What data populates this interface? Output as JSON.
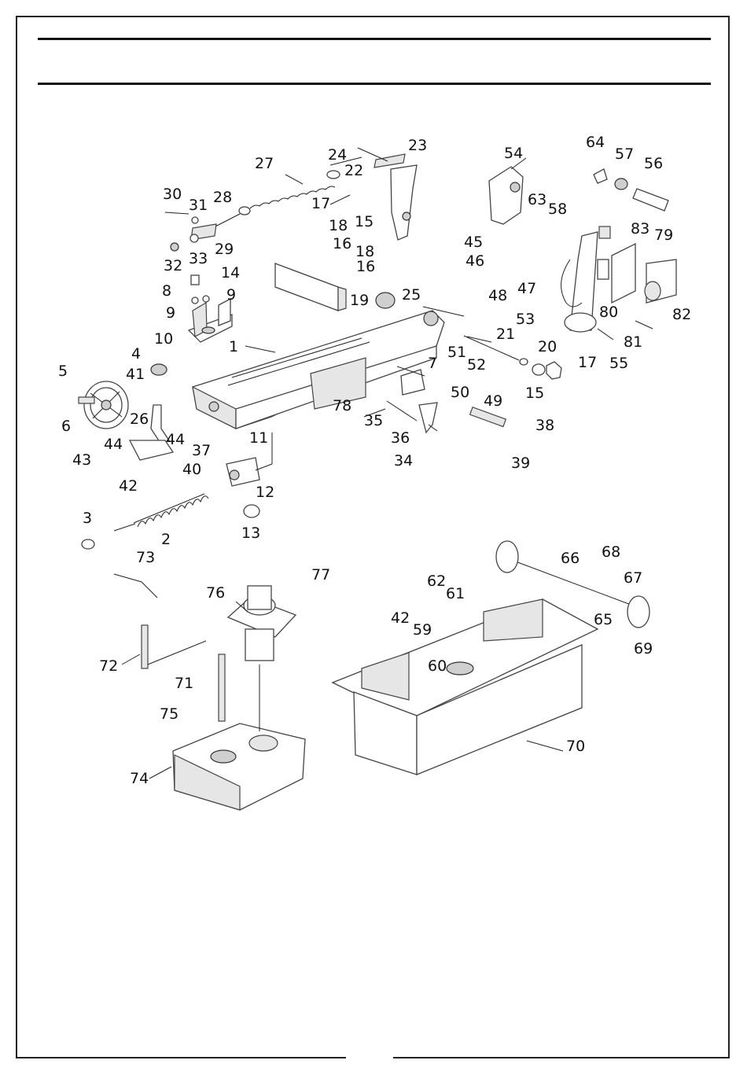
{
  "header": {
    "title": ""
  },
  "parts": {
    "p1": "1",
    "p2": "2",
    "p3": "3",
    "p4": "4",
    "p5": "5",
    "p6": "6",
    "p7": "7",
    "p8": "8",
    "p9": "9",
    "p10": "10",
    "p11": "11",
    "p12": "12",
    "p13": "13",
    "p14": "14",
    "p15": "15",
    "p16": "16",
    "p17": "17",
    "p18": "18",
    "p19": "19",
    "p20": "20",
    "p21": "21",
    "p22": "22",
    "p23": "23",
    "p24": "24",
    "p25": "25",
    "p26": "26",
    "p27": "27",
    "p28": "28",
    "p29": "29",
    "p30": "30",
    "p31": "31",
    "p32": "32",
    "p33": "33",
    "p34": "34",
    "p35": "35",
    "p36": "36",
    "p37": "37",
    "p38": "38",
    "p39": "39",
    "p40": "40",
    "p41": "41",
    "p42": "42",
    "p43": "43",
    "p44": "44",
    "p45": "45",
    "p46": "46",
    "p47": "47",
    "p48": "48",
    "p49": "49",
    "p50": "50",
    "p51": "51",
    "p52": "52",
    "p53": "53",
    "p54": "54",
    "p55": "55",
    "p56": "56",
    "p57": "57",
    "p58": "58",
    "p59": "59",
    "p60": "60",
    "p61": "61",
    "p62": "62",
    "p63": "63",
    "p64": "64",
    "p65": "65",
    "p66": "66",
    "p67": "67",
    "p68": "68",
    "p69": "69",
    "p70": "70",
    "p71": "71",
    "p72": "72",
    "p73": "73",
    "p74": "74",
    "p75": "75",
    "p76": "76",
    "p77": "77",
    "p78": "78",
    "p79": "79",
    "p80": "80",
    "p81": "81",
    "p82": "82",
    "p83": "83"
  }
}
